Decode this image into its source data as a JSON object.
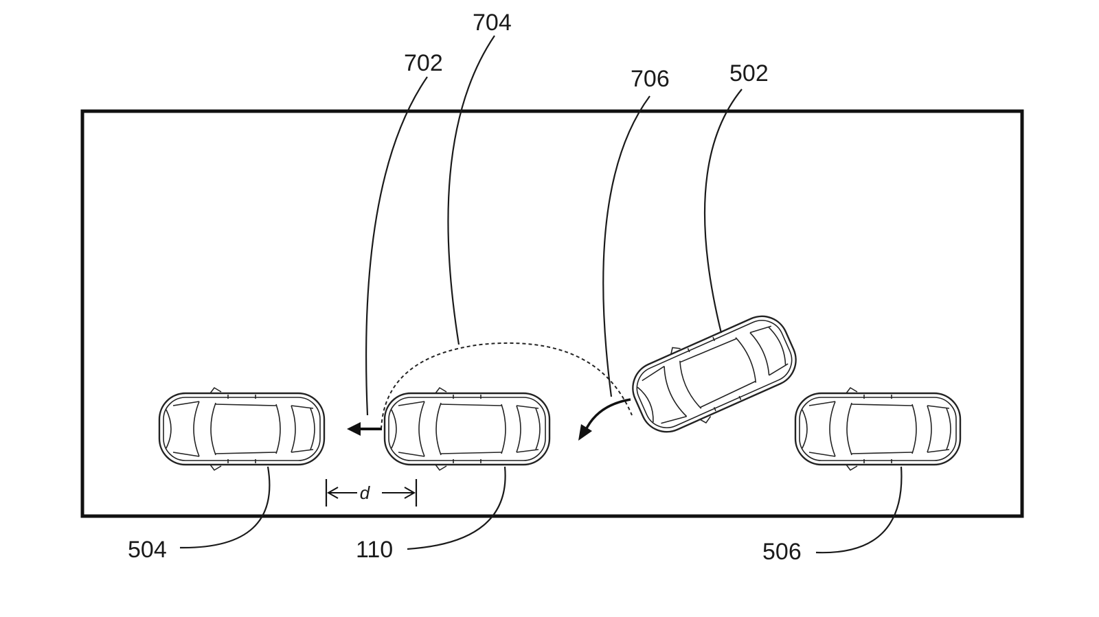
{
  "figure": {
    "labels": {
      "ref_702": "702",
      "ref_704": "704",
      "ref_706": "706",
      "ref_502": "502",
      "ref_504": "504",
      "ref_110": "110",
      "ref_506": "506",
      "distance": "d"
    }
  }
}
